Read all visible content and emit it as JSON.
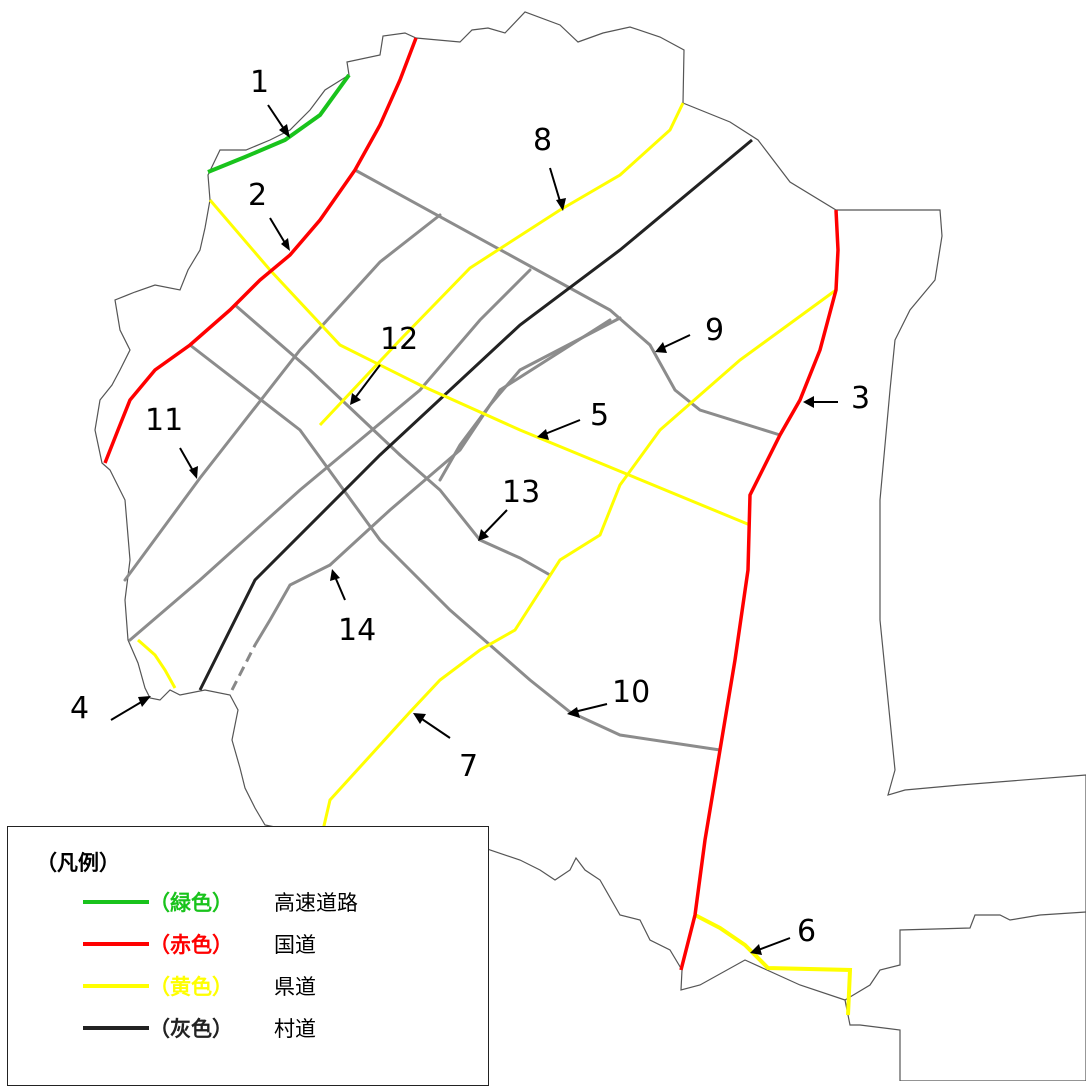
{
  "legend": {
    "title": "（凡例）",
    "items": [
      {
        "color_label": "（緑色）",
        "label": "高速道路",
        "color": "#19c31c"
      },
      {
        "color_label": "（赤色）",
        "label": "国道",
        "color": "#ff0000"
      },
      {
        "color_label": "（黄色）",
        "label": "県道",
        "color": "#ffff00"
      },
      {
        "color_label": "（灰色）",
        "label": "村道",
        "color": "#222222"
      }
    ]
  },
  "colors": {
    "expressway": "#19c31c",
    "national": "#ff0000",
    "prefectural": "#ffff00",
    "village": "#222222",
    "municipal": "#8c8c8c",
    "boundary": "#555555"
  },
  "labels": [
    "1",
    "2",
    "3",
    "4",
    "5",
    "6",
    "7",
    "8",
    "9",
    "10",
    "11",
    "12",
    "13",
    "14"
  ]
}
